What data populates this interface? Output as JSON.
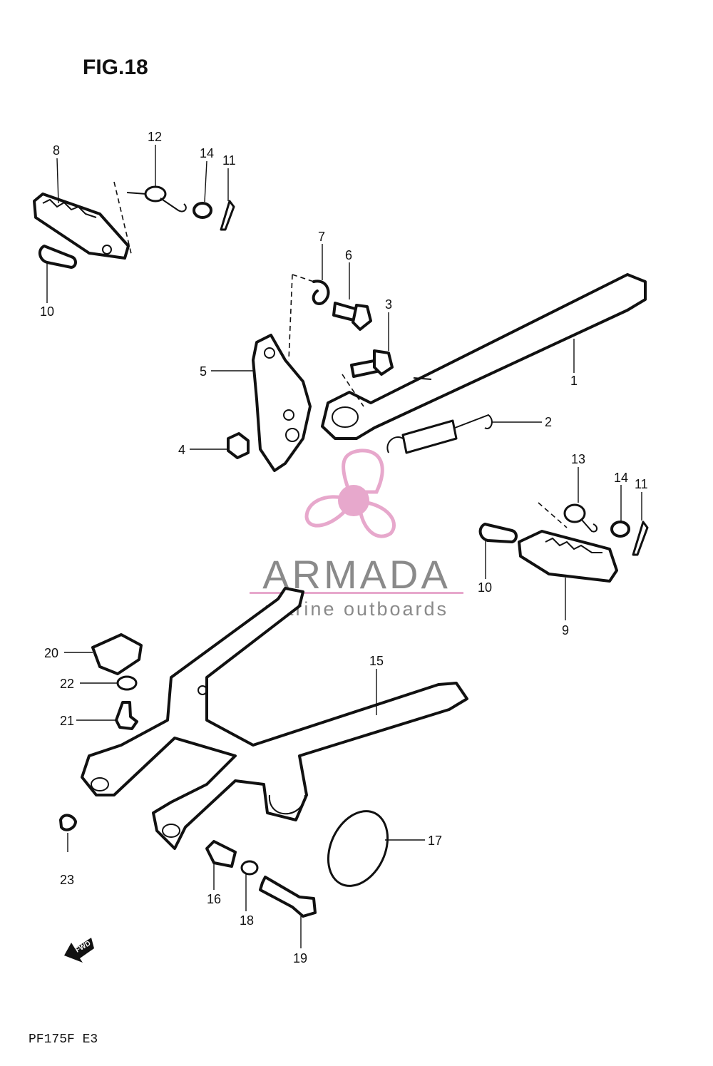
{
  "figure": {
    "title": "FIG.18",
    "model_code": "PF175F E3",
    "fwd_label": "FWD"
  },
  "watermark": {
    "brand": "ARMADA",
    "tagline": "marine outboards",
    "color_primary": "#e7a8cc",
    "color_text": "#8a8a8a"
  },
  "callouts": [
    {
      "id": "c8",
      "text": "8"
    },
    {
      "id": "c12",
      "text": "12"
    },
    {
      "id": "c14a",
      "text": "14"
    },
    {
      "id": "c11a",
      "text": "11"
    },
    {
      "id": "c10a",
      "text": "10"
    },
    {
      "id": "c7",
      "text": "7"
    },
    {
      "id": "c6",
      "text": "6"
    },
    {
      "id": "c3",
      "text": "3"
    },
    {
      "id": "c5",
      "text": "5"
    },
    {
      "id": "c1",
      "text": "1"
    },
    {
      "id": "c2",
      "text": "2"
    },
    {
      "id": "c4",
      "text": "4"
    },
    {
      "id": "c13",
      "text": "13"
    },
    {
      "id": "c14b",
      "text": "14"
    },
    {
      "id": "c11b",
      "text": "11"
    },
    {
      "id": "c10b",
      "text": "10"
    },
    {
      "id": "c9",
      "text": "9"
    },
    {
      "id": "c20",
      "text": "20"
    },
    {
      "id": "c22",
      "text": "22"
    },
    {
      "id": "c21",
      "text": "21"
    },
    {
      "id": "c15",
      "text": "15"
    },
    {
      "id": "c17",
      "text": "17"
    },
    {
      "id": "c23",
      "text": "23"
    },
    {
      "id": "c16",
      "text": "16"
    },
    {
      "id": "c18",
      "text": "18"
    },
    {
      "id": "c19",
      "text": "19"
    }
  ]
}
